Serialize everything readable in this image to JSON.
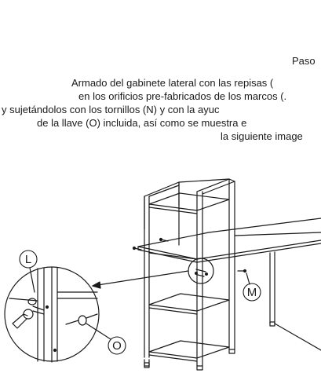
{
  "step": {
    "title": "Paso"
  },
  "instructions": {
    "line1": "Armado del gabinete lateral con las repisas (",
    "line2": "en los orificios pre-fabricados de los marcos (.",
    "line3": "y sujetándolos con los tornillos (N) y con la ayuc",
    "line4": "de la llave (O) incluida, así como se muestra e",
    "line5": "la siguiente image"
  },
  "callouts": {
    "l": "L",
    "m": "M",
    "o": "O"
  }
}
